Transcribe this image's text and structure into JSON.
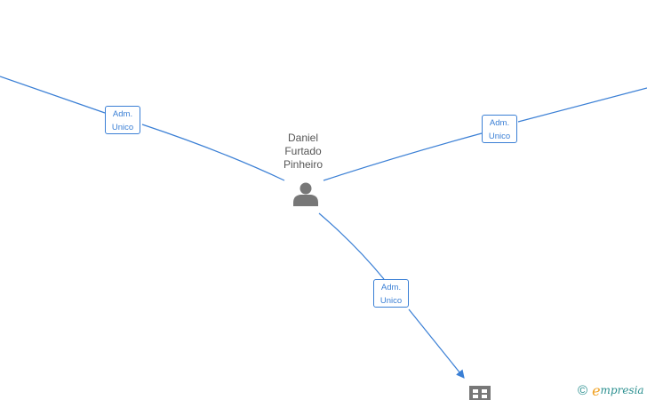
{
  "colors": {
    "edge": "#3a7fd5",
    "person_label": "#555555",
    "icon": "#777777",
    "brand_teal": "#2a8f8f",
    "brand_orange": "#f0a020"
  },
  "person": {
    "name_lines": [
      "Daniel",
      "Furtado",
      "Pinheiro"
    ],
    "icon": "person-icon"
  },
  "relations": [
    {
      "line1": "Adm.",
      "line2": "Unico"
    },
    {
      "line1": "Adm.",
      "line2": "Unico"
    },
    {
      "line1": "Adm.",
      "line2": "Unico"
    }
  ],
  "company": {
    "icon": "building-icon"
  },
  "footer": {
    "copyright_symbol": "©",
    "brand_initial": "e",
    "brand_rest": "mpresia"
  }
}
